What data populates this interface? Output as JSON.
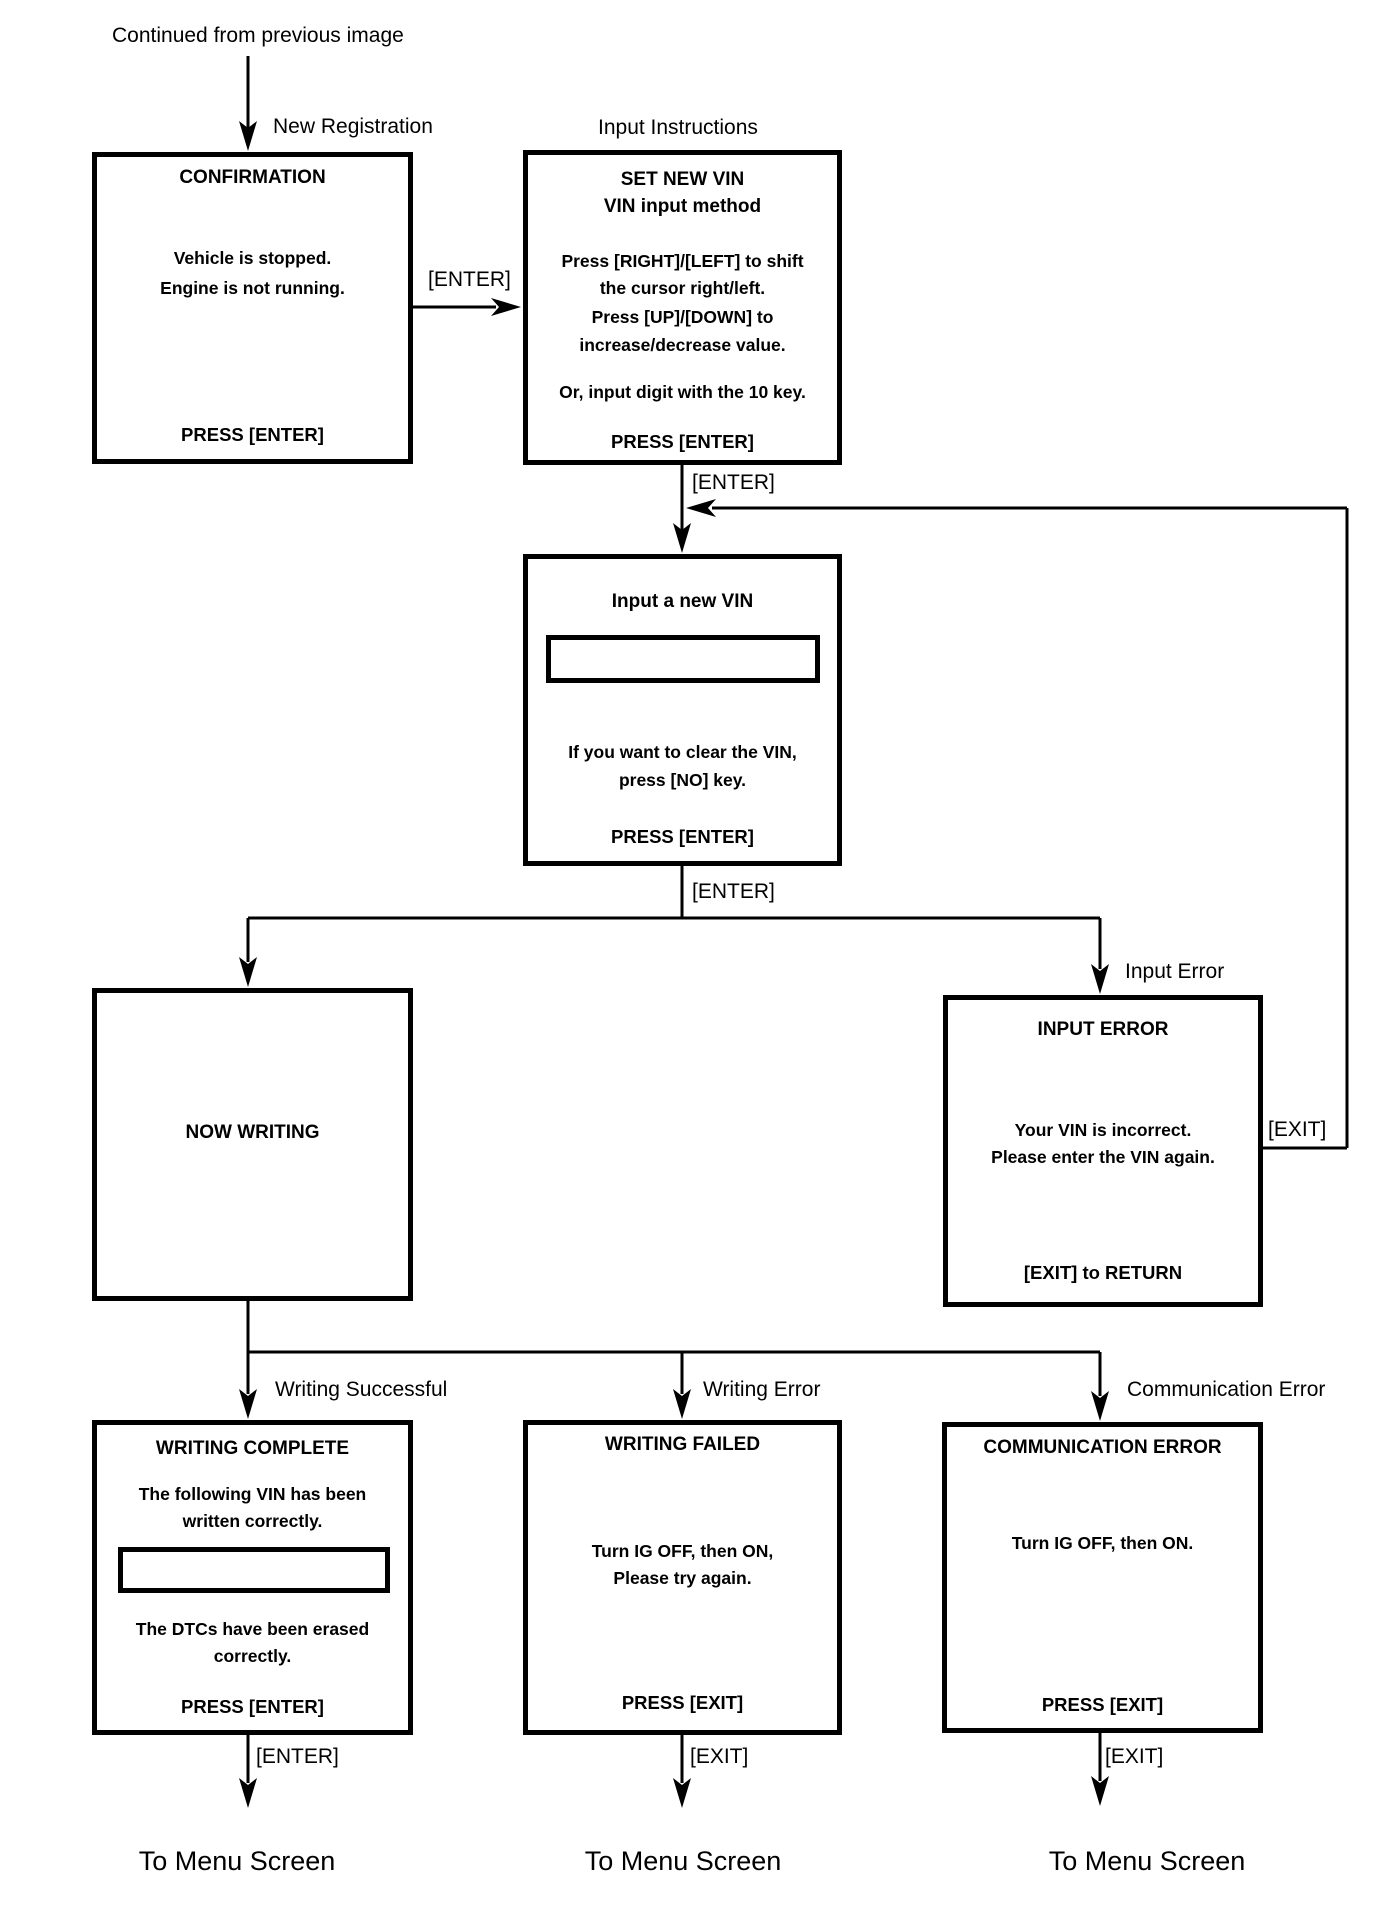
{
  "page": {
    "background": "#ffffff",
    "ink": "#000000"
  },
  "header": {
    "continued_from": "Continued from previous image"
  },
  "nodes": {
    "confirmation": {
      "tag": "New Registration",
      "title": "CONFIRMATION",
      "lines": [
        "Vehicle is stopped.",
        "Engine is not running."
      ],
      "footer": "PRESS [ENTER]"
    },
    "input_instructions": {
      "tag": "Input Instructions",
      "title": "SET NEW VIN",
      "subtitle": "VIN input method",
      "lines": [
        "Press [RIGHT]/[LEFT] to shift",
        "the cursor right/left.",
        "Press [UP]/[DOWN] to",
        "increase/decrease value."
      ],
      "note": "Or, input digit with the 10 key.",
      "footer": "PRESS [ENTER]"
    },
    "input_new_vin": {
      "title": "Input a new VIN",
      "vin_field_value": "",
      "lines": [
        "If you want to clear the VIN,",
        "press [NO] key."
      ],
      "footer": "PRESS [ENTER]"
    },
    "now_writing": {
      "title": "NOW WRITING"
    },
    "input_error": {
      "tag": "Input Error",
      "title": "INPUT ERROR",
      "lines": [
        "Your VIN is incorrect.",
        "Please enter the VIN again."
      ],
      "footer": "[EXIT] to RETURN"
    },
    "writing_complete": {
      "tag": "Writing Successful",
      "title": "WRITING COMPLETE",
      "lines": [
        "The following VIN has been",
        "written correctly."
      ],
      "vin_field_value": "",
      "lines2": [
        "The DTCs have been erased",
        "correctly."
      ],
      "footer": "PRESS [ENTER]"
    },
    "writing_failed": {
      "tag": "Writing Error",
      "title": "WRITING FAILED",
      "lines": [
        "Turn IG OFF, then ON,",
        "Please try again."
      ],
      "footer": "PRESS [EXIT]"
    },
    "communication_error": {
      "tag": "Communication Error",
      "title": "COMMUNICATION ERROR",
      "lines": [
        "Turn IG OFF, then ON."
      ],
      "footer": "PRESS [EXIT]"
    }
  },
  "edge_labels": {
    "enter_confirm_to_instructions": "[ENTER]",
    "enter_instructions_to_input": "[ENTER]",
    "enter_input_to_branch": "[ENTER]",
    "exit_error_loop": "[EXIT]",
    "enter_complete_to_menu": "[ENTER]",
    "exit_failed_to_menu": "[EXIT]",
    "exit_comm_to_menu": "[EXIT]"
  },
  "terminals": {
    "to_menu_screen": "To Menu Screen"
  }
}
